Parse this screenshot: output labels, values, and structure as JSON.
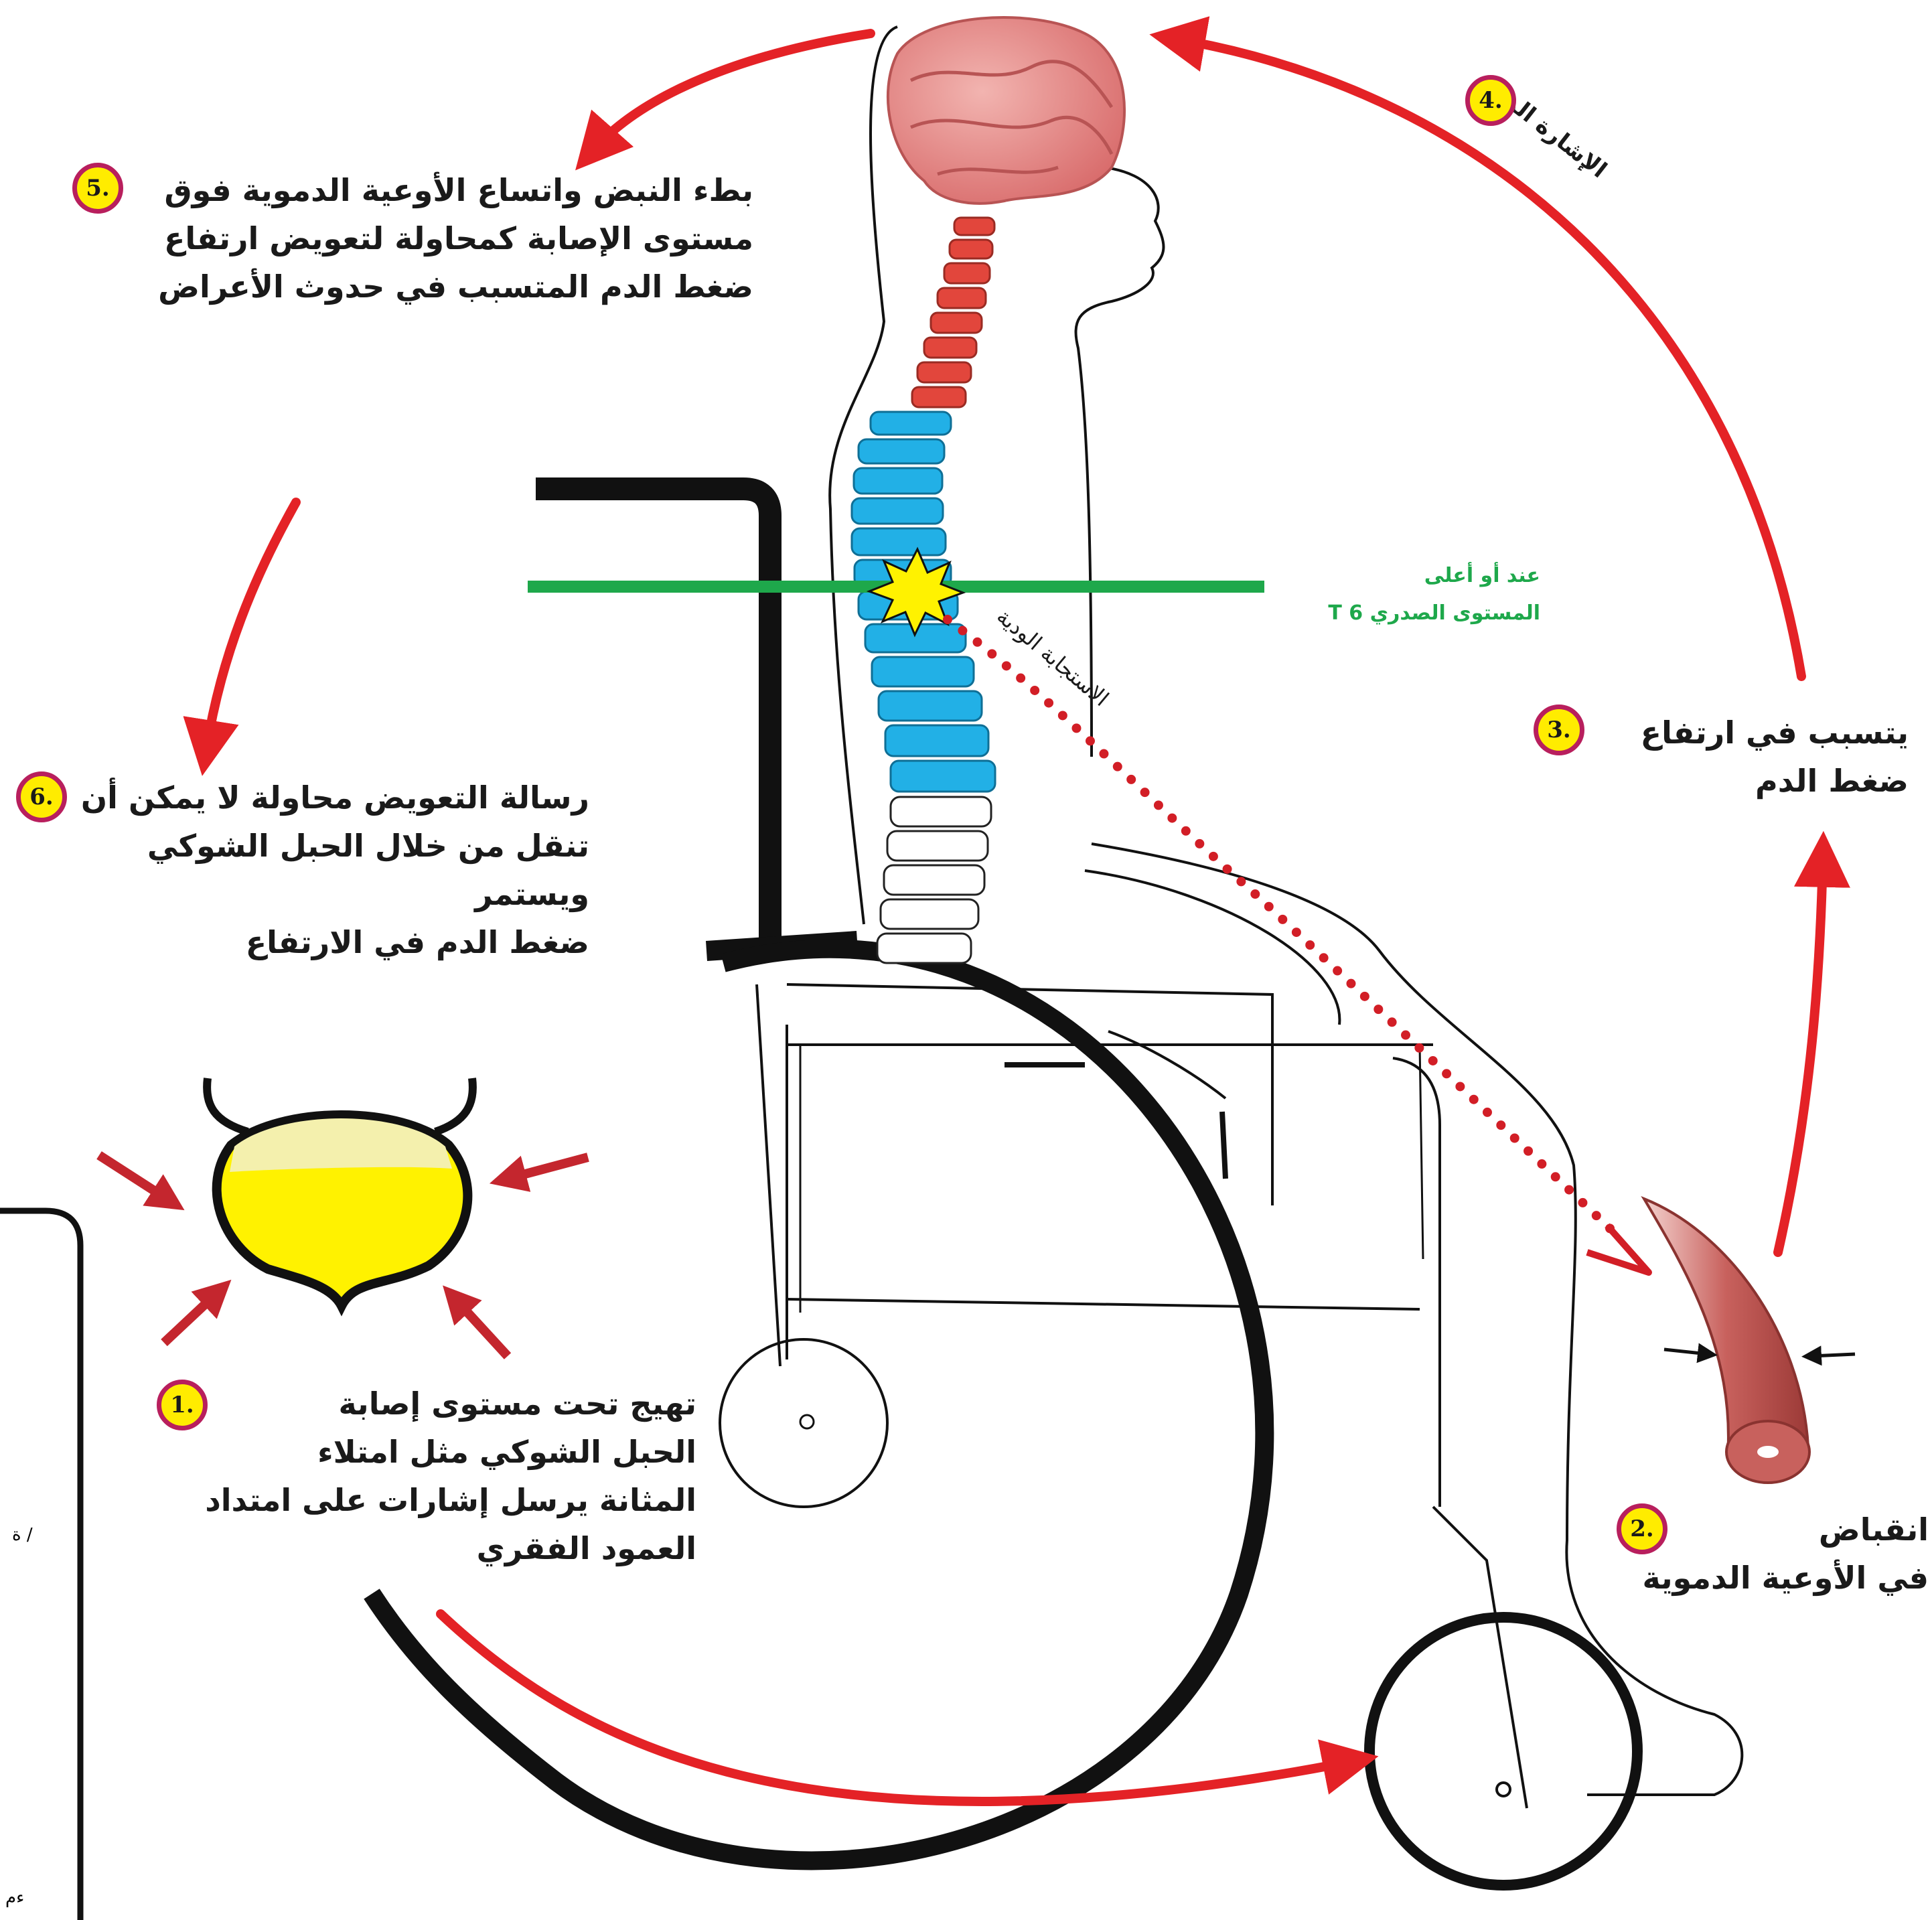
{
  "steps": {
    "s1": {
      "num": "1.",
      "lines": [
        "تهيج تحت مستوى إصابة",
        "الحبل الشوكي مثل امتلاء",
        "المثانة يرسل إشارات على امتداد",
        "العمود الفقري"
      ]
    },
    "s2": {
      "num": "2.",
      "lines": [
        "انقباض",
        "في الأوعية الدموية"
      ]
    },
    "s3": {
      "num": "3.",
      "lines": [
        "يتسبب في ارتفاع",
        "ضغط الدم"
      ]
    },
    "s4": {
      "num": "4.",
      "text": "الإشارة المخ"
    },
    "s5": {
      "num": "5.",
      "lines": [
        "بطء النبض واتساع الأوعية الدموية فوق",
        "مستوى الإصابة كمحاولة لتعويض ارتفاع",
        "ضغط الدم المتسبب في حدوث الأعراض"
      ]
    },
    "s6": {
      "num": "6.",
      "lines": [
        "رسالة التعويض محاولة لا يمكن أن",
        "تنقل من خلال الحبل الشوكي ويستمر",
        "ضغط الدم في الارتفاع"
      ]
    }
  },
  "injury_level": {
    "lines": [
      "عند أو أعلى",
      "المستوى الصدري T 6"
    ]
  },
  "dotted_path_label": "الاستجابة الودية",
  "side_fragments": {
    "top": "ة /",
    "bottom": "ءم"
  },
  "colors": {
    "arrow": "#e42226",
    "bladder_arrow": "#c4262e",
    "injury_line": "#1ea84b",
    "badge_fill": "#ffec00",
    "badge_ring": "#b81f5d",
    "upper_spine": "#e2463c",
    "lower_spine": "#22b0e6",
    "brain": "#e58c8c",
    "vessel": "#c8615d"
  }
}
